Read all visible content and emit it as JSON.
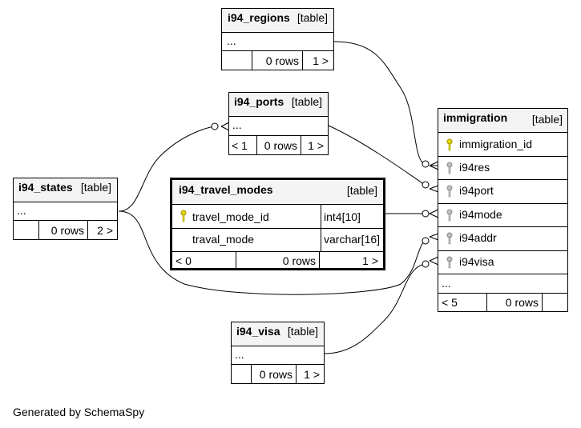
{
  "footer": "Generated by SchemaSpy",
  "colors": {
    "header_bg": "#f4f4f4",
    "primary_key": "#e6d800",
    "foreign_key": "#c0c0c0",
    "line": "#000000"
  },
  "tables": {
    "regions": {
      "name": "i94_regions",
      "kind": "[table]",
      "ellipsis": "...",
      "parents": "",
      "rows": "0 rows",
      "children": "1 >"
    },
    "ports": {
      "name": "i94_ports",
      "kind": "[table]",
      "ellipsis": "...",
      "parents": "< 1",
      "rows": "0 rows",
      "children": "1 >"
    },
    "states": {
      "name": "i94_states",
      "kind": "[table]",
      "ellipsis": "...",
      "parents": "",
      "rows": "0 rows",
      "children": "2 >"
    },
    "travel_modes": {
      "name": "i94_travel_modes",
      "kind": "[table]",
      "columns": [
        {
          "name": "travel_mode_id",
          "type": "int4[10]",
          "key": "primary-key-icon"
        },
        {
          "name": "traval_mode",
          "type": "varchar[16]",
          "key": ""
        }
      ],
      "parents": "< 0",
      "rows": "0 rows",
      "children": "1 >"
    },
    "visa": {
      "name": "i94_visa",
      "kind": "[table]",
      "ellipsis": "...",
      "parents": "",
      "rows": "0 rows",
      "children": "1 >"
    },
    "immigration": {
      "name": "immigration",
      "kind": "[table]",
      "columns": [
        {
          "name": "immigration_id",
          "key": "primary-key-icon"
        },
        {
          "name": "i94res",
          "key": "foreign-key-icon"
        },
        {
          "name": "i94port",
          "key": "foreign-key-icon"
        },
        {
          "name": "i94mode",
          "key": "foreign-key-icon"
        },
        {
          "name": "i94addr",
          "key": "foreign-key-icon"
        },
        {
          "name": "i94visa",
          "key": "foreign-key-icon"
        }
      ],
      "ellipsis": "...",
      "parents": "< 5",
      "rows": "0 rows",
      "children": ""
    }
  }
}
